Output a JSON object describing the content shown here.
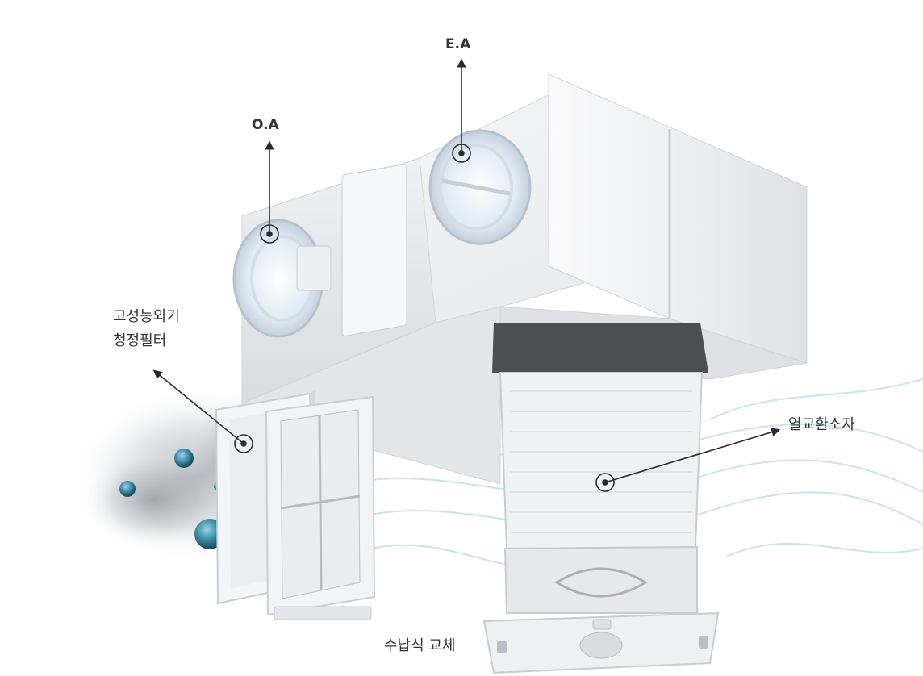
{
  "labels": {
    "exhaust_air": "E.A",
    "outdoor_air": "O.A",
    "filter_line1": "고성능외기",
    "filter_line2": "청정필터",
    "heat_exchanger": "열교환소자",
    "storage_replacement": "수납식 교체"
  },
  "colors": {
    "label_text": "#333333",
    "leader_line": "#2b2b2b",
    "unit_body": "#e9ebee",
    "unit_shadow": "#d3d6da",
    "airflow": "#b9d6ec",
    "dust": "#7f8a93",
    "particle": "#3f8ea8"
  },
  "icons": [
    "arrow-up-icon",
    "arrow-up-left-icon",
    "arrow-right-icon",
    "target-marker-icon"
  ]
}
